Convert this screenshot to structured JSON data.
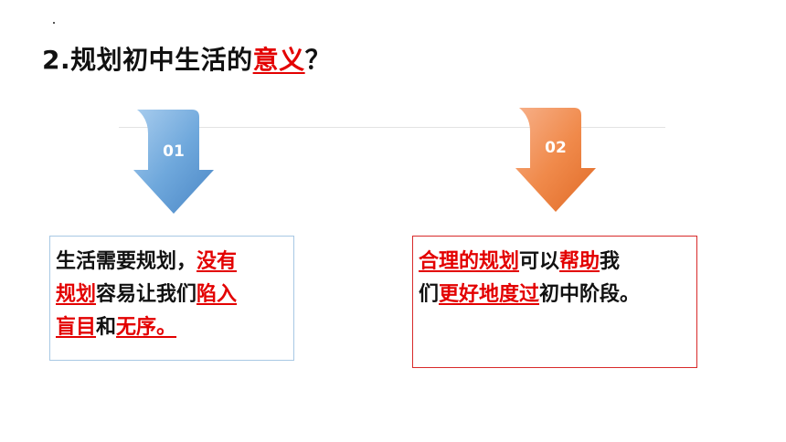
{
  "title": {
    "prefix": "2.规划初中生活的",
    "highlight": "意义",
    "suffix": "？"
  },
  "arrows": [
    {
      "number": "01",
      "color": "#5b9bd5"
    },
    {
      "number": "02",
      "color": "#ed7d31"
    }
  ],
  "box_left": {
    "line1_a": "生活需要规划，",
    "line1_b": "没有",
    "line2_a": "规划",
    "line2_b": "容易让我们",
    "line2_c": "陷入",
    "line3_a": "盲目",
    "line3_b": "和",
    "line3_c": "无序。"
  },
  "box_right": {
    "line1_a": "合理的规划",
    "line1_b": "可以",
    "line1_c": "帮助",
    "line1_d": "我",
    "line2_a": "们",
    "line2_b": "更好地度过",
    "line2_c": "初中阶段。"
  },
  "colors": {
    "accent_red": "#e30000",
    "blue_border": "#a8c8e4",
    "red_border": "#d82a2a"
  }
}
